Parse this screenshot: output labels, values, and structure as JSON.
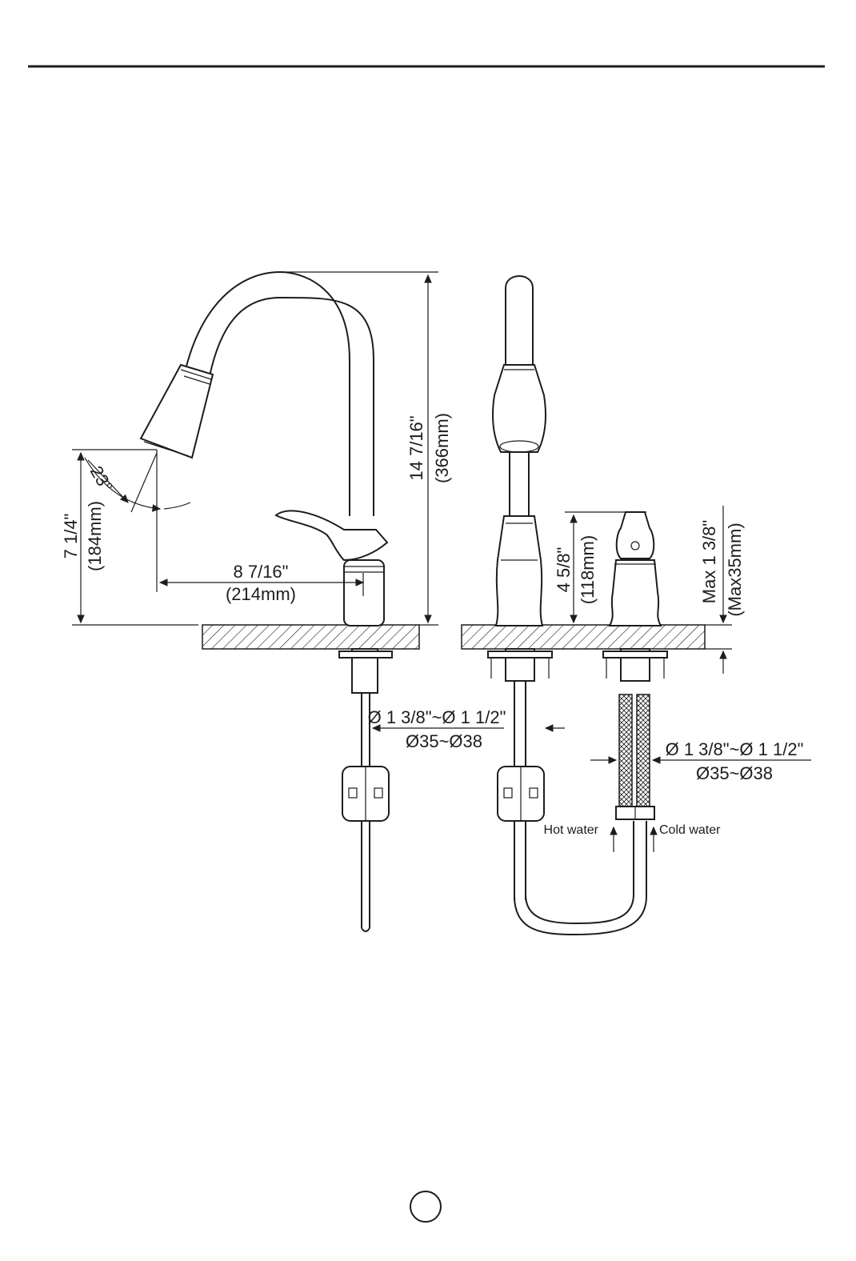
{
  "header_rule": true,
  "dimensions": {
    "total_height_in": "14 7/16\"",
    "total_height_mm": "(366mm)",
    "spout_height_in": "7 1/4\"",
    "spout_height_mm": "(184mm)",
    "spray_angle": "23°",
    "reach_in": "8 7/16\"",
    "reach_mm": "(214mm)",
    "handle_height_in": "4 5/8\"",
    "handle_height_mm": "(118mm)",
    "deck_thickness_in": "Max 1 3/8\"",
    "deck_thickness_mm": "(Max35mm)",
    "hole_dia_left_in": "Ø 1 3/8\"~Ø 1 1/2\"",
    "hole_dia_left_mm": "Ø35~Ø38",
    "hole_dia_right_in": "Ø 1 3/8\"~Ø 1 1/2\"",
    "hole_dia_right_mm": "Ø35~Ø38"
  },
  "supply_labels": {
    "hot": "Hot water",
    "cold": "Cold water"
  },
  "page_number": ""
}
